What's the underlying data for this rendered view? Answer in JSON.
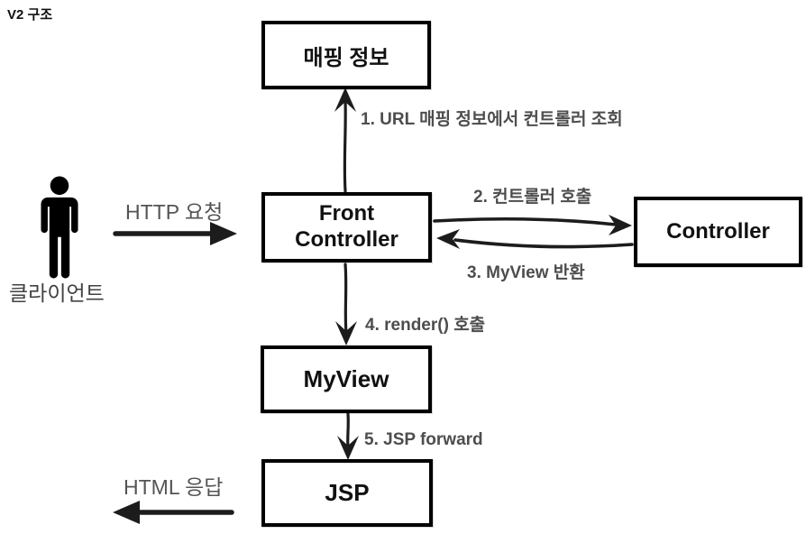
{
  "title": "V2 구조",
  "boxes": {
    "mapping": "매핑 정보",
    "front_controller": "Front Controller",
    "controller": "Controller",
    "myview": "MyView",
    "jsp": "JSP"
  },
  "labels": {
    "step1": "1. URL 매핑 정보에서 컨트롤러 조회",
    "step2": "2. 컨트롤러 호출",
    "step3": "3. MyView 반환",
    "step4": "4. render() 호출",
    "step5": "5. JSP forward",
    "http_request": "HTTP 요청",
    "html_response": "HTML 응답",
    "client": "클라이언트"
  },
  "colors": {
    "box_border": "#000000",
    "box_text": "#111111",
    "step_label": "#4d4d4d",
    "flow_label": "#545454",
    "arrow": "#1c1c1c"
  },
  "icons": {
    "client": "person-icon"
  }
}
